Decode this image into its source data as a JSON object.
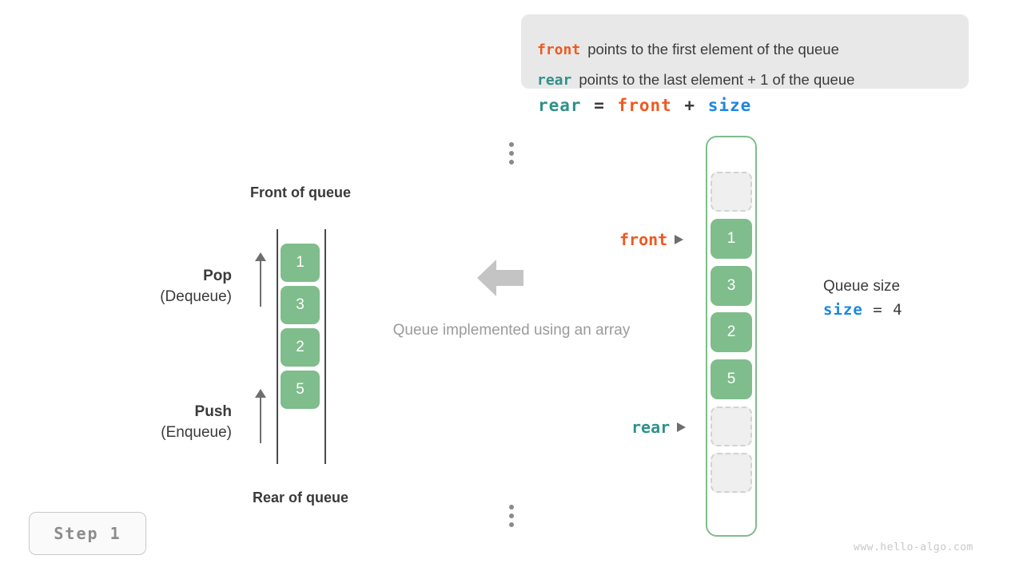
{
  "info_panel": {
    "line1": {
      "keyword": "front",
      "text": "points to the first element of the queue"
    },
    "line2": {
      "keyword": "rear",
      "text": "points to the last element + 1 of the queue"
    }
  },
  "equation": {
    "lhs": "rear",
    "eq": "=",
    "op1": "front",
    "plus": "+",
    "op2": "size"
  },
  "abstract_queue": {
    "front_label": "Front of queue",
    "rear_label": "Rear of queue",
    "pop": {
      "title": "Pop",
      "subtitle": "(Dequeue)"
    },
    "push": {
      "title": "Push",
      "subtitle": "(Enqueue)"
    },
    "values": [
      "1",
      "3",
      "2",
      "5"
    ]
  },
  "center": {
    "caption": "Queue implemented using an array",
    "arrow_icon": "arrow-left-icon"
  },
  "array": {
    "top_ellipsis": "vertical-ellipsis-icon",
    "bottom_ellipsis": "vertical-ellipsis-icon",
    "slots": [
      {
        "value": "",
        "state": "empty"
      },
      {
        "value": "1",
        "state": "filled"
      },
      {
        "value": "3",
        "state": "filled"
      },
      {
        "value": "2",
        "state": "filled"
      },
      {
        "value": "5",
        "state": "filled"
      },
      {
        "value": "",
        "state": "empty"
      },
      {
        "value": "",
        "state": "empty"
      }
    ],
    "pointers": {
      "front": "front",
      "rear": "rear"
    }
  },
  "size_annotation": {
    "caption": "Queue size",
    "keyword": "size",
    "expression": " = 4"
  },
  "footer": {
    "step": "Step 1",
    "watermark": "www.hello-algo.com"
  },
  "colors": {
    "front": "#ef5a1f",
    "rear": "#2f9189",
    "size": "#1b87e0",
    "element": "#7fbd8c",
    "panel": "#e8e8e8",
    "muted": "#9b9b9b"
  }
}
